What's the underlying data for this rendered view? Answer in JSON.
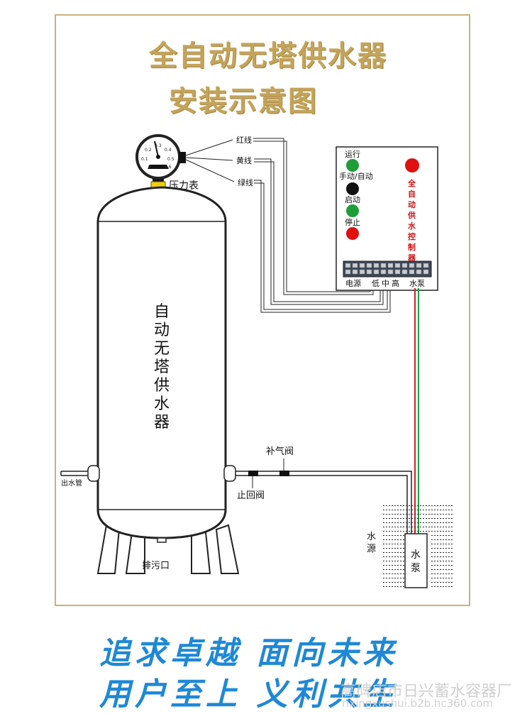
{
  "title": {
    "line1": "全自动无塔供水器",
    "line2": "安装示意图"
  },
  "gauge": {
    "label": "压力表",
    "ticks": [
      "0",
      "0.1",
      "0.2",
      "0.3",
      "0.4",
      "0.5",
      "0.6"
    ]
  },
  "wires": {
    "red": "红线",
    "yellow": "黄线",
    "green": "绿线"
  },
  "controller": {
    "labels": {
      "run": "运行",
      "mode": "手动/自动",
      "start": "启动",
      "stop": "停止"
    },
    "vertical_title": [
      "全",
      "自",
      "动",
      "供",
      "水",
      "控",
      "制",
      "器"
    ],
    "terminals": {
      "power": "电源",
      "low": "低",
      "mid": "中",
      "high": "高",
      "pump": "水泵"
    }
  },
  "tank": {
    "label_chars": [
      "自",
      "动",
      "无",
      "塔",
      "供",
      "水",
      "器"
    ]
  },
  "pipes": {
    "outlet": "出水管",
    "air_valve": "补气阀",
    "check_valve": "止回阀",
    "drain": "排污口"
  },
  "water": {
    "source_chars": [
      "水",
      "源"
    ],
    "pump_chars": [
      "水",
      "泵"
    ]
  },
  "slogans": {
    "line1": "追求卓越  面向未来",
    "line2": "用户至上  义利共生"
  },
  "watermark": {
    "line1": "高碑店市日兴蓄水容器厂",
    "line2": "rixingxushui.b2b.hc360.com"
  },
  "colors": {
    "title": "#c4a45a",
    "slogan": "#1e88d6",
    "frame": "#c8b27a",
    "lamp_green": "#1f9d3a",
    "lamp_red": "#e01010",
    "wire_red": "#d42020",
    "wire_green": "#22a040"
  }
}
